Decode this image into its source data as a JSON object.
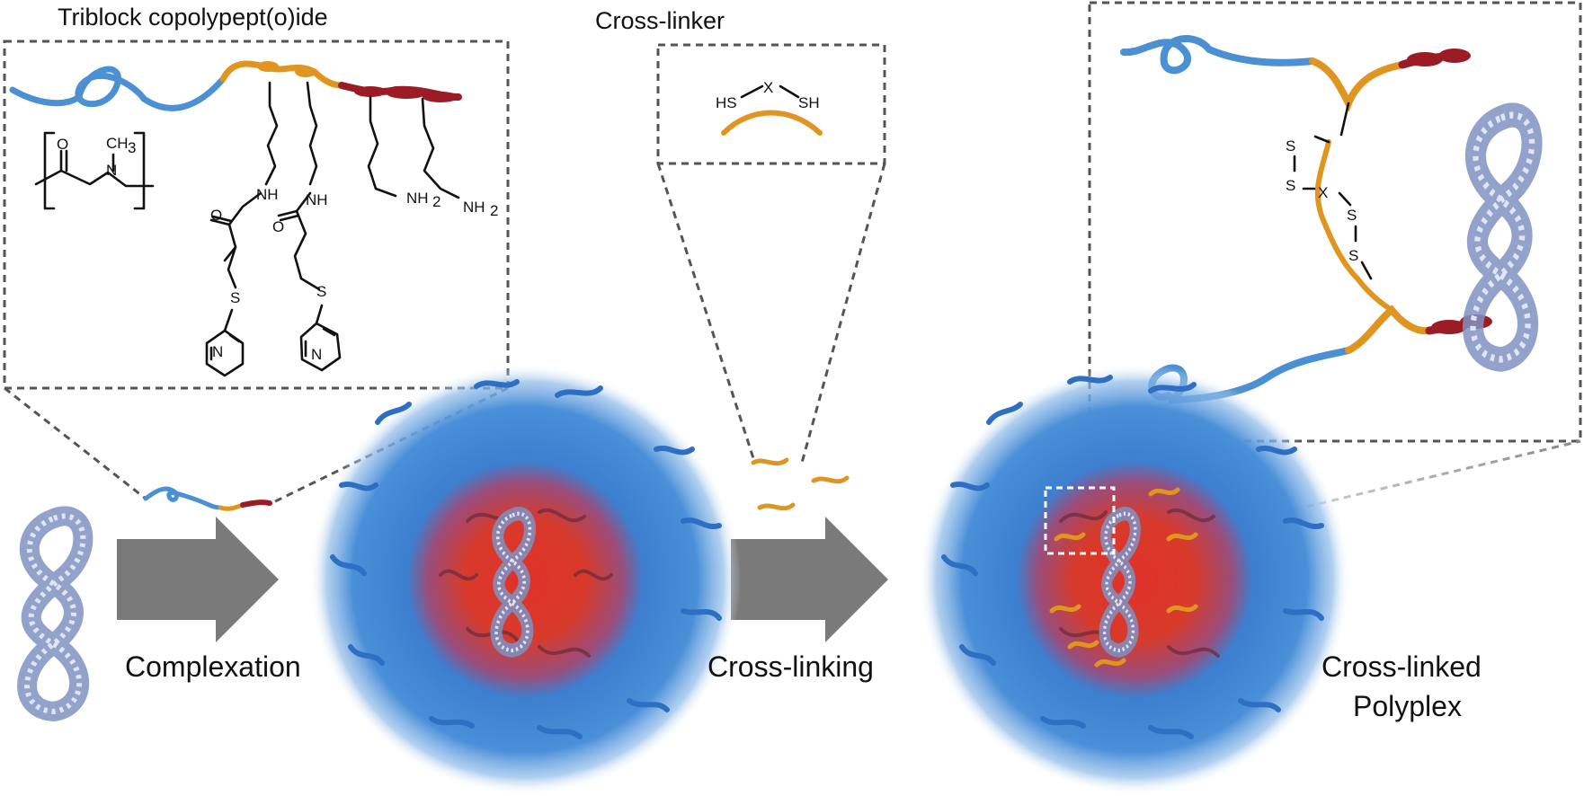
{
  "labels": {
    "triblock": "Triblock copolypept(o)ide",
    "crosslinker": "Cross-linker",
    "complexation": "Complexation",
    "crosslinking": "Cross-linking",
    "crosslinked_line1": "Cross-linked",
    "crosslinked_line2": "Polyplex"
  },
  "chemistry": {
    "sarcosine_o": "O",
    "sarcosine_n": "N",
    "sarcosine_ch3": "CH",
    "sarcosine_sub3": "3",
    "nh_1": "NH",
    "nh_2": "NH",
    "o_1": "O",
    "o_2": "O",
    "s_1": "S",
    "s_2": "S",
    "n_ring_1": "N",
    "n_ring_2": "N",
    "nh2_1": "NH",
    "nh2_2": "NH",
    "sub2": "2",
    "hs": "HS",
    "sh": "SH",
    "x": "X",
    "s_top": "S",
    "s_mid1": "S",
    "x_mid": "X",
    "s_mid2": "S",
    "s_bot": "S"
  },
  "colors": {
    "pegylated_block": "#4a90d2",
    "crosslinkable_block": "#e09520",
    "cationic_block": "#9c1c26",
    "nucleic_acid": "#8a9cc8",
    "arrow": "#7a7a7a",
    "core": "#d83a2a"
  }
}
